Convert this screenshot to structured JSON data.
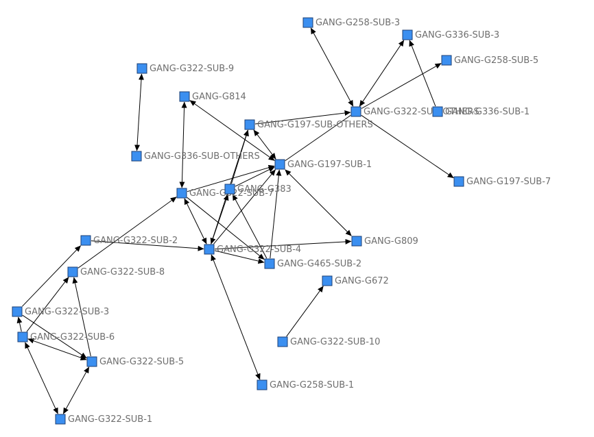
{
  "nodes": [
    {
      "id": "G258-3",
      "label": "GANG-G258-SUB-3"
    },
    {
      "id": "G336-3",
      "label": "GANG-G336-SUB-3"
    },
    {
      "id": "G258-5",
      "label": "GANG-G258-SUB-5"
    },
    {
      "id": "G322-9",
      "label": "GANG-G322-SUB-9"
    },
    {
      "id": "G814",
      "label": "GANG-G814"
    },
    {
      "id": "G322-OTH",
      "label": "GANG-G322-SUB-OTHERS"
    },
    {
      "id": "G336-1",
      "label": "GANG-G336-SUB-1"
    },
    {
      "id": "G197-OTH",
      "label": "GANG-G197-SUB-OTHERS"
    },
    {
      "id": "G336-OTH",
      "label": "GANG-G336-SUB-OTHERS"
    },
    {
      "id": "G197-1",
      "label": "GANG-G197-SUB-1"
    },
    {
      "id": "G197-7",
      "label": "GANG-G197-SUB-7"
    },
    {
      "id": "G322-7",
      "label": "GANG-G322-SUB-7"
    },
    {
      "id": "G383",
      "label": "GANG-G383"
    },
    {
      "id": "G322-2",
      "label": "GANG-G322-SUB-2"
    },
    {
      "id": "G809",
      "label": "GANG-G809"
    },
    {
      "id": "G322-4",
      "label": "GANG-G322-SUB-4"
    },
    {
      "id": "G465-2",
      "label": "GANG-G465-SUB-2"
    },
    {
      "id": "G322-8",
      "label": "GANG-G322-SUB-8"
    },
    {
      "id": "G672",
      "label": "GANG-G672"
    },
    {
      "id": "G322-3",
      "label": "GANG-G322-SUB-3"
    },
    {
      "id": "G322-6",
      "label": "GANG-G322-SUB-6"
    },
    {
      "id": "G322-10",
      "label": "GANG-G322-SUB-10"
    },
    {
      "id": "G322-5",
      "label": "GANG-G322-SUB-5"
    },
    {
      "id": "G258-1",
      "label": "GANG-G258-SUB-1"
    },
    {
      "id": "G322-1",
      "label": "GANG-G322-SUB-1"
    }
  ],
  "edges": [
    {
      "from": "G322-OTH",
      "to": "G258-3",
      "arrows": "both"
    },
    {
      "from": "G322-OTH",
      "to": "G336-3",
      "arrows": "both"
    },
    {
      "from": "G322-OTH",
      "to": "G258-5",
      "arrows": "end"
    },
    {
      "from": "G336-1",
      "to": "G336-3",
      "arrows": "end"
    },
    {
      "from": "G322-OTH",
      "to": "G197-7",
      "arrows": "end"
    },
    {
      "from": "G197-OTH",
      "to": "G322-OTH",
      "arrows": "end"
    },
    {
      "from": "G197-1",
      "to": "G322-OTH",
      "arrows": "none"
    },
    {
      "from": "G322-9",
      "to": "G336-OTH",
      "arrows": "both"
    },
    {
      "from": "G197-1",
      "to": "G814",
      "arrows": "both"
    },
    {
      "from": "G322-7",
      "to": "G814",
      "arrows": "both"
    },
    {
      "from": "G197-OTH",
      "to": "G197-1",
      "arrows": "both"
    },
    {
      "from": "G383",
      "to": "G197-OTH",
      "arrows": "end"
    },
    {
      "from": "G322-4",
      "to": "G197-OTH",
      "arrows": "end"
    },
    {
      "from": "G322-7",
      "to": "G197-1",
      "arrows": "end"
    },
    {
      "from": "G383",
      "to": "G197-1",
      "arrows": "end"
    },
    {
      "from": "G322-4",
      "to": "G197-1",
      "arrows": "end"
    },
    {
      "from": "G465-2",
      "to": "G197-1",
      "arrows": "end"
    },
    {
      "from": "G197-1",
      "to": "G809",
      "arrows": "both"
    },
    {
      "from": "G322-7",
      "to": "G322-4",
      "arrows": "both"
    },
    {
      "from": "G322-7",
      "to": "G465-2",
      "arrows": "end"
    },
    {
      "from": "G322-4",
      "to": "G383",
      "arrows": "both"
    },
    {
      "from": "G465-2",
      "to": "G383",
      "arrows": "end"
    },
    {
      "from": "G322-4",
      "to": "G809",
      "arrows": "end"
    },
    {
      "from": "G322-4",
      "to": "G465-2",
      "arrows": "end"
    },
    {
      "from": "G322-2",
      "to": "G322-4",
      "arrows": "end"
    },
    {
      "from": "G322-4",
      "to": "G258-1",
      "arrows": "both"
    },
    {
      "from": "G322-8",
      "to": "G322-7",
      "arrows": "end"
    },
    {
      "from": "G322-10",
      "to": "G672",
      "arrows": "end"
    },
    {
      "from": "G322-3",
      "to": "G322-2",
      "arrows": "end"
    },
    {
      "from": "G322-3",
      "to": "G322-5",
      "arrows": "end"
    },
    {
      "from": "G322-6",
      "to": "G322-8",
      "arrows": "end"
    },
    {
      "from": "G322-5",
      "to": "G322-8",
      "arrows": "end"
    },
    {
      "from": "G322-5",
      "to": "G322-6",
      "arrows": "both"
    },
    {
      "from": "G322-6",
      "to": "G322-3",
      "arrows": "end"
    },
    {
      "from": "G322-6",
      "to": "G322-1",
      "arrows": "both"
    },
    {
      "from": "G322-1",
      "to": "G322-5",
      "arrows": "both"
    }
  ],
  "colors": {
    "node_fill": "#3b8ff0",
    "node_stroke": "#1c3f73",
    "edge": "#000000",
    "label": "#6e6e6e",
    "background": "#ffffff"
  }
}
